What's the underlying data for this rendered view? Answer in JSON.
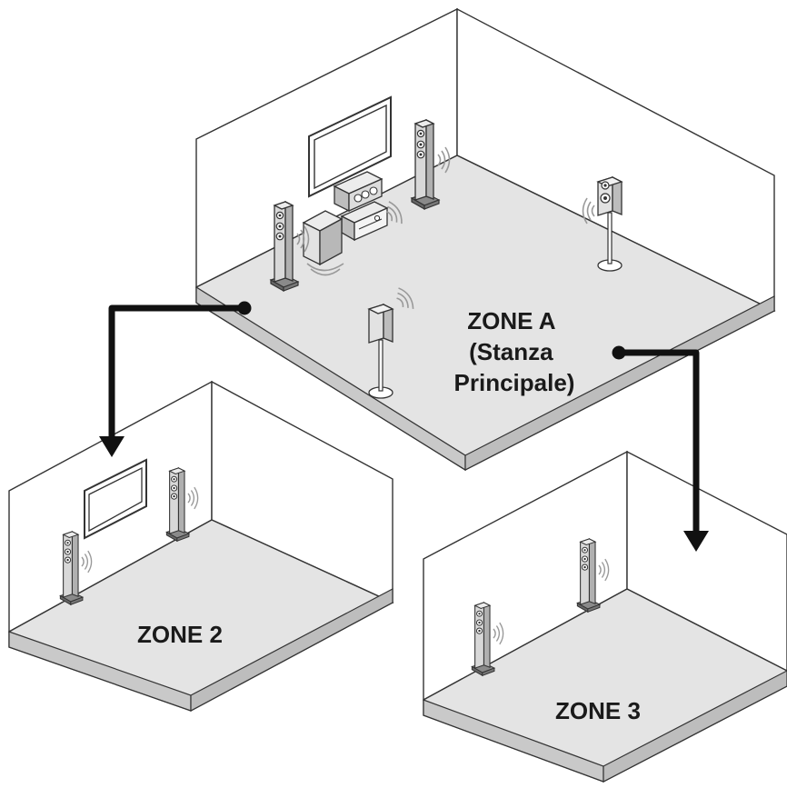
{
  "zones": {
    "main": {
      "label_lines": [
        "ZONE A",
        "(Stanza",
        "Principale)"
      ]
    },
    "zone2": {
      "label": "ZONE 2"
    },
    "zone3": {
      "label": "ZONE 3"
    }
  },
  "colors": {
    "floor": "#e4e4e4",
    "wall": "#ffffff",
    "outline": "#333333",
    "arrow": "#111111",
    "speaker_body": "#f2f2f2",
    "speaker_panel": "#c8c8c8",
    "sound_waves": "#999999"
  },
  "icons": [
    "tv-screen-icon",
    "floor-speaker-icon",
    "center-speaker-icon",
    "av-receiver-icon",
    "subwoofer-icon",
    "stand-speaker-icon",
    "sound-wave-icon",
    "arrow-down-icon"
  ]
}
